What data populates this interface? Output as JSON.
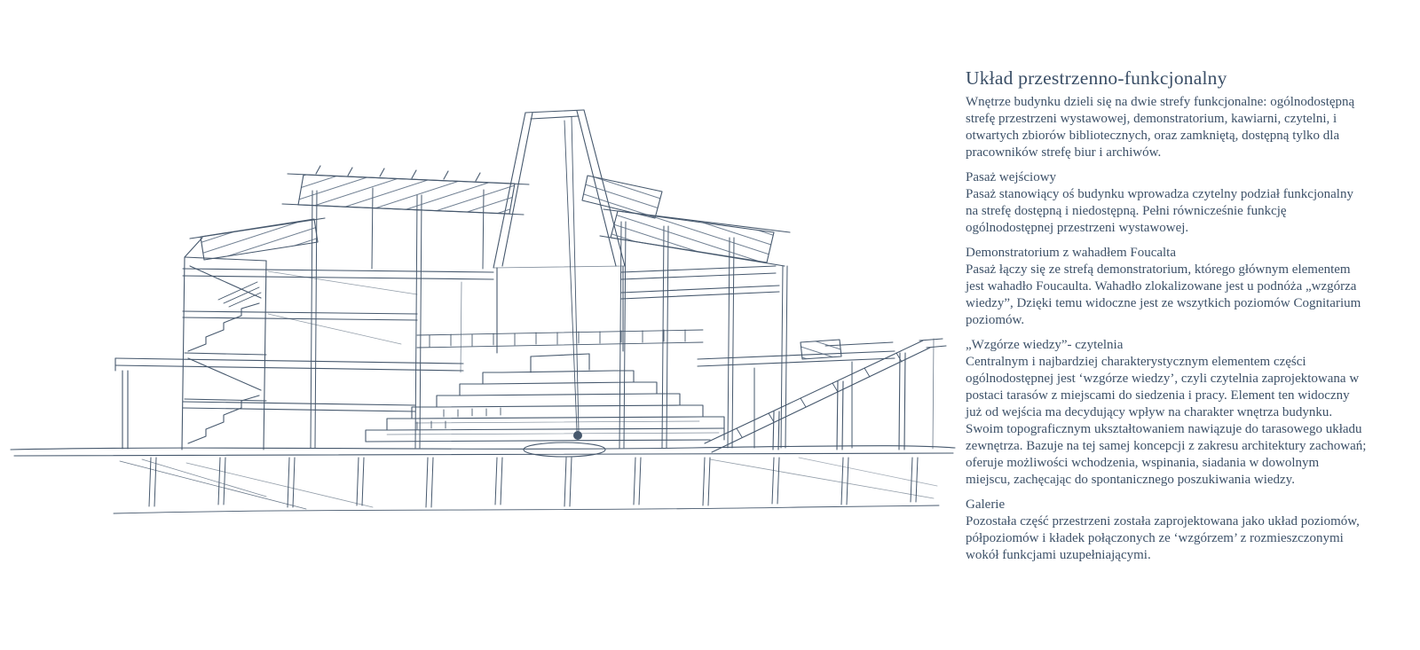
{
  "page": {
    "background_color": "#ffffff",
    "ink_color": "#3d5168"
  },
  "figure": {
    "label": "architectural-section-sketch"
  },
  "article": {
    "title": "Układ przestrzenno-funkcjonalny",
    "intro": "Wnętrze budynku dzieli się na dwie strefy funkcjonalne: ogólnodostępną strefę przestrzeni wystawowej, demonstratorium, kawiarni, czytelni, i otwartych zbiorów bibliotecznych, oraz zamkniętą, dostępną tylko dla pracowników strefę biur i archiwów.",
    "sections": [
      {
        "heading": "Pasaż wejściowy",
        "body": "Pasaż stanowiący oś budynku wprowadza czytelny podział funkcjonalny na strefę dostępną i niedostępną. Pełni równicześnie funkcję ogólnodostępnej przestrzeni wystawowej."
      },
      {
        "heading": "Demonstratorium z wahadłem Foucalta",
        "body": "Pasaż łączy się ze strefą demonstratorium, którego głównym elementem jest wahadło Foucaulta. Wahadło zlokalizowane jest u podnóża „wzgórza wiedzy”, Dzięki temu widoczne jest ze wszytkich poziomów Cognitarium poziomów."
      },
      {
        "heading": "„Wzgórze wiedzy”- czytelnia",
        "body": "Centralnym i najbardziej charakterystycznym elementem części ogólnodostępnej jest ‘wzgórze wiedzy’, czyli czytelnia zaprojektowana w postaci tarasów z miejscami do siedzenia i pracy. Element ten widoczny już od wejścia ma decydujący wpływ na charakter wnętrza budynku. Swoim topograficznym ukształtowaniem nawiązuje do tarasowego układu zewnętrza. Bazuje na tej samej koncepcji z zakresu architektury zachowań; oferuje możliwości wchodzenia, wspinania, siadania w dowolnym miejscu, zachęcając do spontanicznego poszukiwania wiedzy."
      },
      {
        "heading": "Galerie",
        "body": "Pozostała część przestrzeni została zaprojektowana jako układ poziomów, półpoziomów i kładek połączonych ze ‘wzgórzem’ z rozmieszczonymi wokół funkcjami uzupełniającymi."
      }
    ]
  }
}
